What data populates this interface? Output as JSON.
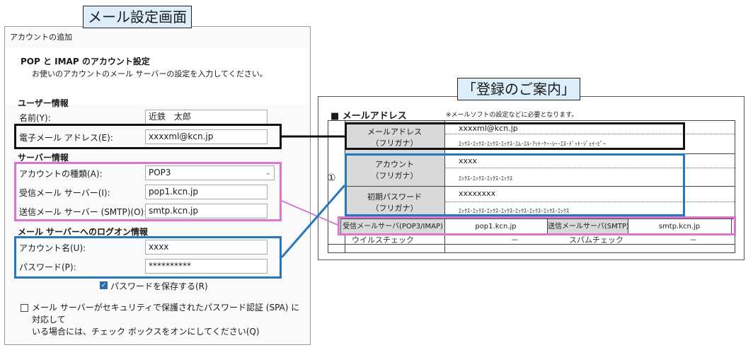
{
  "dialog": {
    "callout": "メール設定画面",
    "window_title": "アカウントの追加",
    "heading": "POP と IMAP のアカウント設定",
    "subheading": "お使いのアカウントのメール サーバーの設定を入力してください。",
    "user_section": "ユーザー情報",
    "name_label": "名前(Y):",
    "name_value": "近鉄　太郎",
    "email_label": "電子メール アドレス(E):",
    "email_value": "xxxxml@kcn.jp",
    "server_section": "サーバー情報",
    "account_type_label": "アカウントの種類(A):",
    "account_type_value": "POP3",
    "incoming_label": "受信メール サーバー(I):",
    "incoming_value": "pop1.kcn.jp",
    "outgoing_label": "送信メール サーバー (SMTP)(O):",
    "outgoing_value": "smtp.kcn.jp",
    "logon_section": "メール サーバーへのログオン情報",
    "account_label": "アカウント名(U):",
    "account_value": "xxxx",
    "password_label": "パスワード(P):",
    "password_value": "**********",
    "remember_label": "パスワードを保存する(R)",
    "remember_checked": true,
    "spa_label_line1": "メール サーバーがセキュリティで保護されたパスワード認証 (SPA) に対応して",
    "spa_label_line2": "いる場合には、チェック ボックスをオンにしてください(Q)",
    "spa_checked": false
  },
  "document": {
    "callout": "「登録のご案内」",
    "title": "■ メールアドレス",
    "note": "※メールソフトの設定などに必要となります。",
    "marker": "①",
    "email_label_1": "メールアドレス",
    "email_label_2": "（フリガナ）",
    "email_value": "xxxxml@kcn.jp",
    "email_kana": "ｴｯｸｽ･ｴｯｸｽ･ｴｯｸｽ･ｴｯｸｽ･ｴﾑ･ｴﾙ･ｱｯﾄ･ｹｰ･ｼｰ･ｴﾇ･ﾄﾞｯﾄ･ｼﾞｪｲ･ﾋﾟｰ",
    "account_label_1": "アカウント",
    "account_label_2": "（フリガナ）",
    "account_value": "xxxx",
    "account_kana": "ｴｯｸｽ･ｴｯｸｽ･ｴｯｸｽ･ｴｯｸｽ",
    "password_label_1": "初期パスワード",
    "password_label_2": "（フリガナ）",
    "password_value": "xxxxxxxx",
    "password_kana": "ｴｯｸｽ･ｴｯｸｽ･ｴｯｸｽ･ｴｯｸｽ･ｴｯｸｽ･ｴｯｸｽ･ｴｯｸｽ･ｴｯｸｽ",
    "incoming_label": "受信メールサーバ(POP3/IMAP)",
    "incoming_value": "pop1.kcn.jp",
    "outgoing_label": "送信メールサーバ(SMTP)",
    "outgoing_value": "smtp.kcn.jp",
    "virus_label": "ウイルスチェック",
    "virus_value": "－",
    "spam_label": "スパムチェック",
    "spam_value": "－"
  },
  "colors": {
    "callout_bg": "#dbeefa",
    "black_box": "#111111",
    "pink_box": "#d977d0",
    "blue_box": "#2776c0",
    "table_label_bg": "#d9d9d9"
  }
}
